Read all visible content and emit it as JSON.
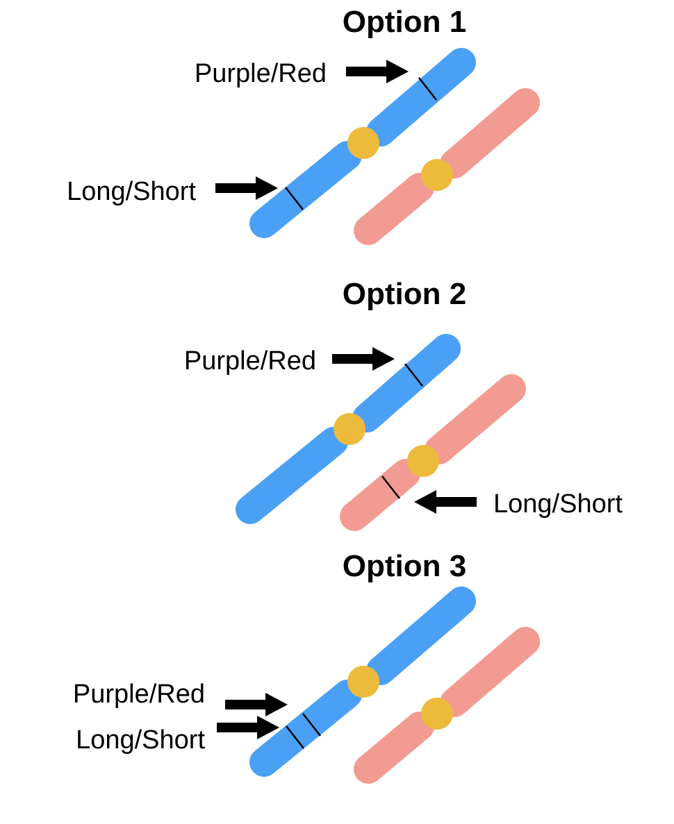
{
  "colors": {
    "chromosome_blue": "#4aa0f5",
    "chromosome_pink": "#f29b92",
    "centromere": "#ecbb3c",
    "arrow": "#000000",
    "marker": "#000000"
  },
  "options": [
    {
      "title": "Option 1",
      "labels": {
        "purple_red": "Purple/Red",
        "long_short": "Long/Short"
      }
    },
    {
      "title": "Option 2",
      "labels": {
        "purple_red": "Purple/Red",
        "long_short": "Long/Short"
      }
    },
    {
      "title": "Option 3",
      "labels": {
        "purple_red": "Purple/Red",
        "long_short": "Long/Short"
      }
    }
  ]
}
